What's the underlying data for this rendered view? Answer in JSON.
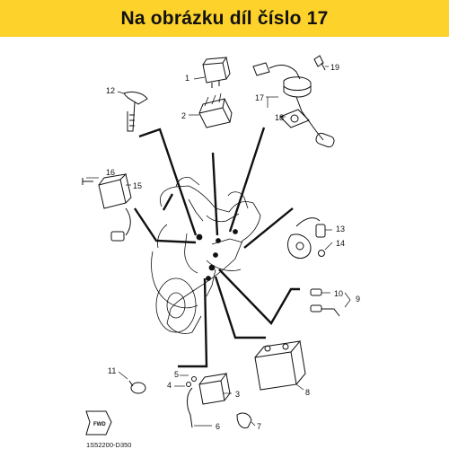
{
  "banner": {
    "title": "Na obrázku díl číslo 17",
    "color": "#fdd32b"
  },
  "diagram": {
    "code": "1S52200-D350",
    "fwd_label": "FWD",
    "highlight_part": "17",
    "part_numbers": [
      "1",
      "2",
      "3",
      "4",
      "5",
      "6",
      "7",
      "8",
      "9",
      "10",
      "11",
      "12",
      "13",
      "14",
      "15",
      "16",
      "17",
      "18",
      "19"
    ]
  }
}
